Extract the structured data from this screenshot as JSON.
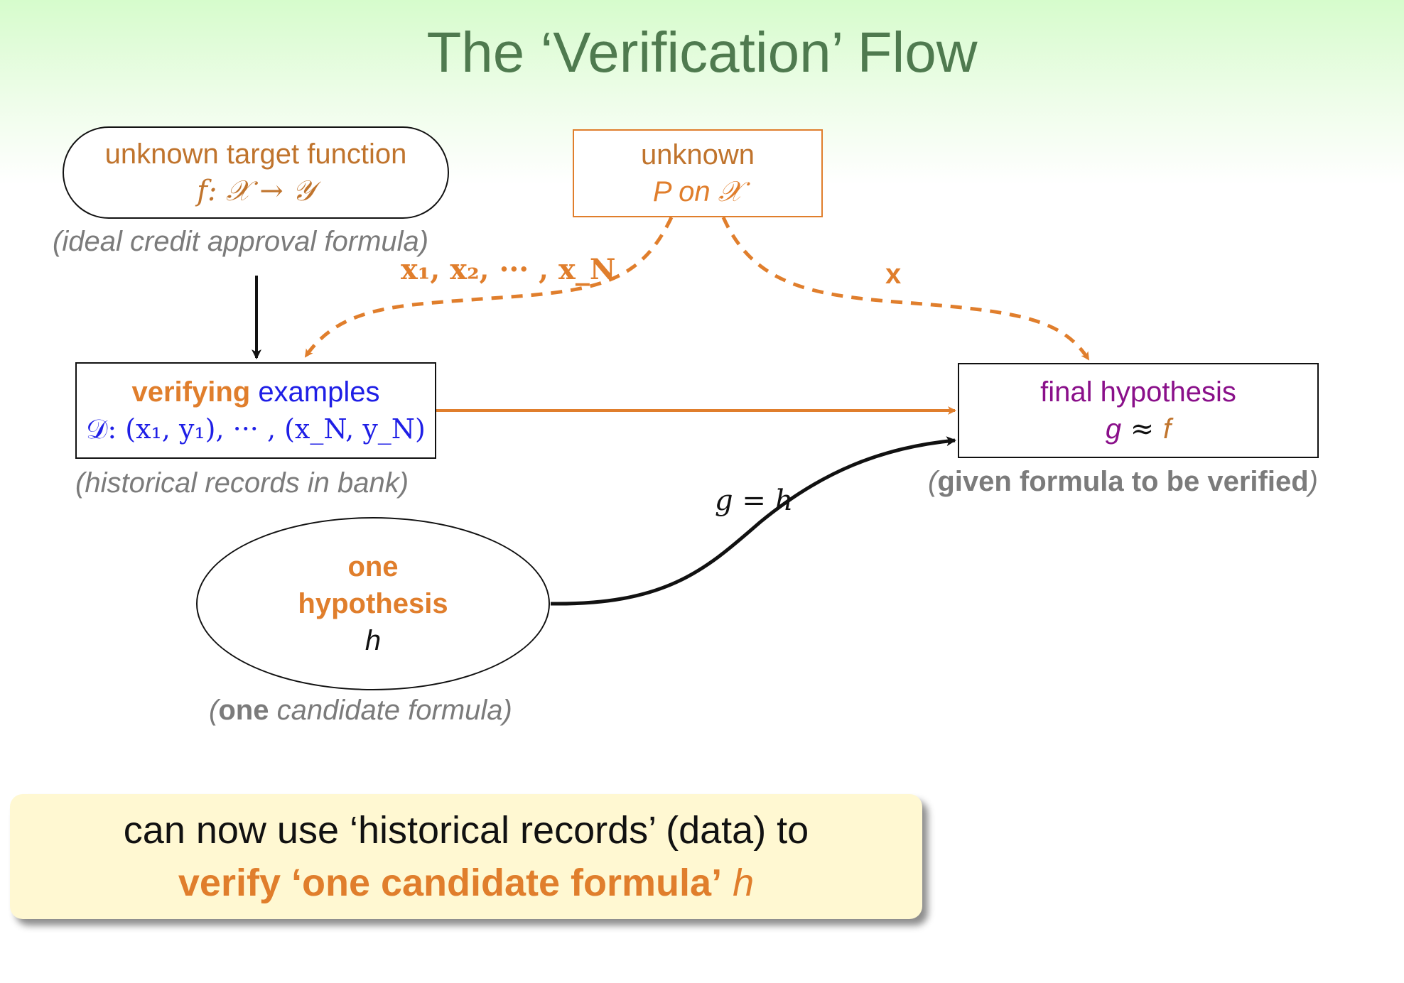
{
  "title": "The ‘Verification’ Flow",
  "nodes": {
    "target": {
      "line1": "unknown target function",
      "line2": "f: 𝒳 → 𝒴",
      "caption": "(ideal credit approval formula)"
    },
    "distribution": {
      "line1": "unknown",
      "line2": "P on 𝒳"
    },
    "examples": {
      "word1": "verifying",
      "word2": "examples",
      "line2": "𝒟: (x₁, y₁), ··· , (x_N, y_N)",
      "caption": "(historical records in bank)"
    },
    "final": {
      "line1": "final hypothesis",
      "line2_g": "g",
      "line2_approx": " ≈ ",
      "line2_f": "f",
      "caption_open": "(",
      "caption_bold": "given formula to be verified",
      "caption_close": ")"
    },
    "hypothesis": {
      "line1": "one",
      "line2": "hypothesis",
      "line3": "h",
      "caption_open": "(",
      "caption_bold": "one",
      "caption_rest": " candidate formula)"
    }
  },
  "edge_labels": {
    "samples": "x₁, x₂, ··· , x_N",
    "x": "x",
    "g_equals_h": "g = h"
  },
  "callout": {
    "line1": "can now use ‘historical records’ (data) to",
    "line2_bold": "verify ‘one candidate formula’",
    "line2_h": " h"
  },
  "colors": {
    "title": "#4f7a4f",
    "orange": "#e07e2c",
    "blue": "#1f1fe6",
    "purple": "#8a108a",
    "caption_gray": "#7b7b7b",
    "callout_bg": "#fff8d2"
  }
}
